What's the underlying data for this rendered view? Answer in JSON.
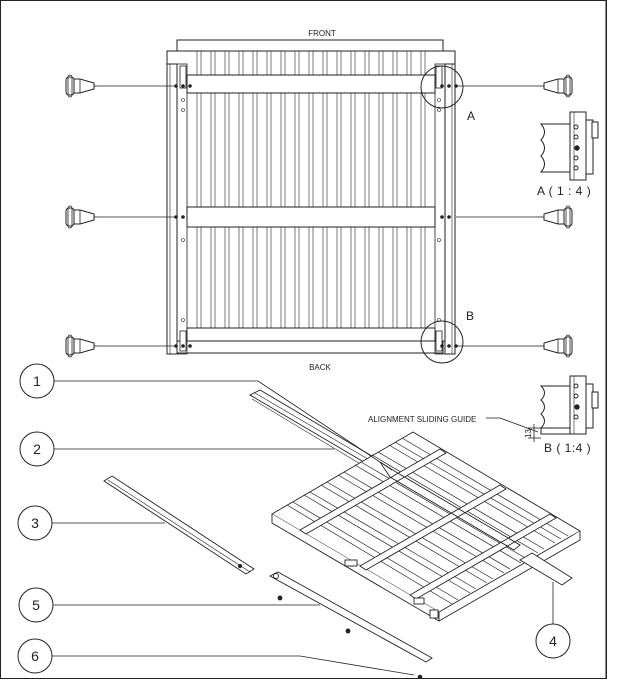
{
  "labels": {
    "front": "FRONT",
    "back": "BACK",
    "detail_a_letter": "A",
    "detail_b_letter": "B",
    "detail_a_title": "A ( 1 : 4 )",
    "detail_b_title": "B ( 1:4 )",
    "alignment_guide": "ALIGNMENT SLIDING GUIDE",
    "dimension_13": "13"
  },
  "callouts": [
    "1",
    "2",
    "3",
    "4",
    "5",
    "6"
  ],
  "colors": {
    "line": "#222222",
    "light": "#666666",
    "background": "#ffffff"
  }
}
